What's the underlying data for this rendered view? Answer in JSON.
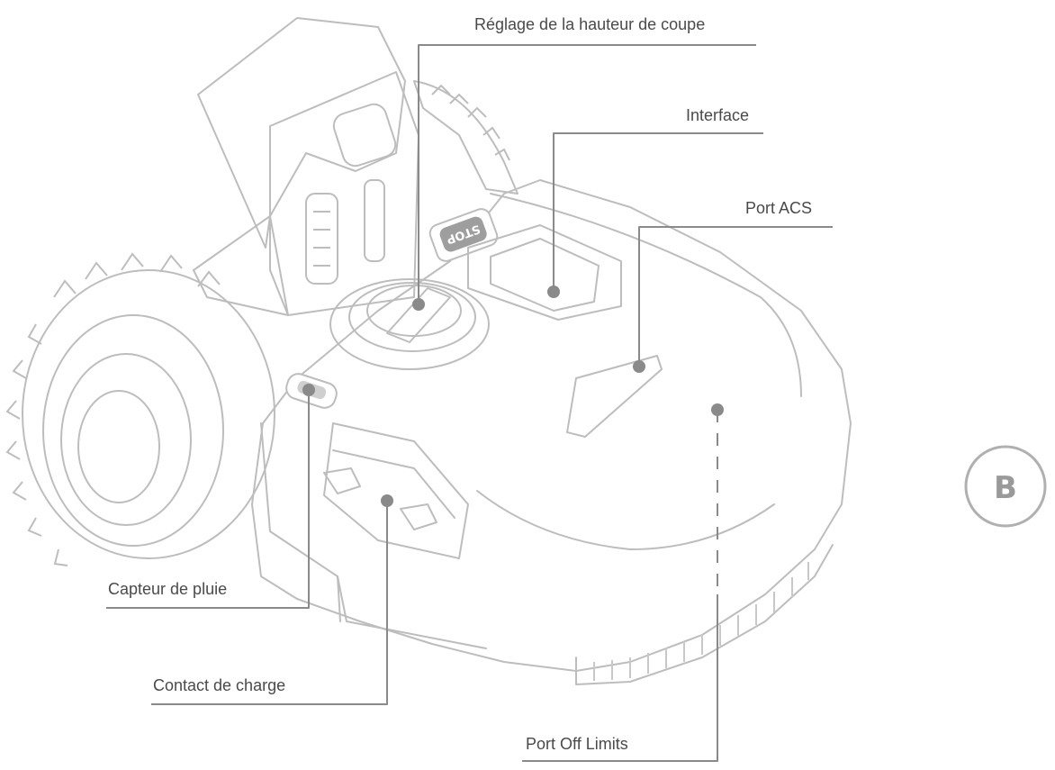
{
  "figure_badge": "B",
  "stop_button_text": "STOP",
  "callouts": [
    {
      "id": "cut-height",
      "label": "Réglage de la hauteur de coupe"
    },
    {
      "id": "interface",
      "label": "Interface"
    },
    {
      "id": "acs-port",
      "label": "Port ACS"
    },
    {
      "id": "rain-sensor",
      "label": "Capteur de pluie"
    },
    {
      "id": "charge-contact",
      "label": "Contact de charge"
    },
    {
      "id": "off-limits-port",
      "label": "Port Off Limits"
    }
  ],
  "colors": {
    "outline": "#bdbdbd",
    "leader": "#8a8a8a",
    "text": "#4a4a4a",
    "badge": "#9a9a9a"
  }
}
